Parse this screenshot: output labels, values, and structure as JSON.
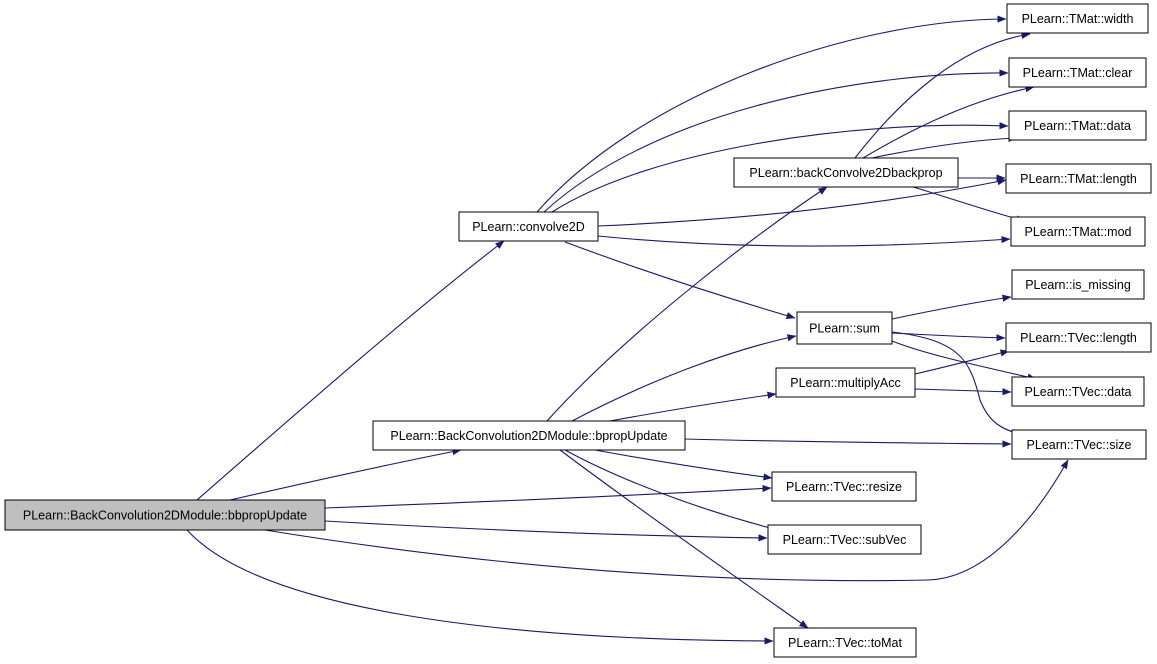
{
  "nodes": {
    "bbprop": "PLearn::BackConvolution2DModule::bbpropUpdate",
    "bprop": "PLearn::BackConvolution2DModule::bpropUpdate",
    "convolve2D": "PLearn::convolve2D",
    "backConvolve": "PLearn::backConvolve2Dbackprop",
    "sum": "PLearn::sum",
    "multiplyAcc": "PLearn::multiplyAcc",
    "tvecResize": "PLearn::TVec::resize",
    "tvecSubVec": "PLearn::TVec::subVec",
    "tvecToMat": "PLearn::TVec::toMat",
    "tmatWidth": "PLearn::TMat::width",
    "tmatClear": "PLearn::TMat::clear",
    "tmatData": "PLearn::TMat::data",
    "tmatLength": "PLearn::TMat::length",
    "tmatMod": "PLearn::TMat::mod",
    "isMissing": "PLearn::is_missing",
    "tvecLength": "PLearn::TVec::length",
    "tvecData": "PLearn::TVec::data",
    "tvecSize": "PLearn::TVec::size"
  },
  "edges": [
    [
      "bbprop",
      "convolve2D"
    ],
    [
      "bbprop",
      "bprop"
    ],
    [
      "bbprop",
      "tvecResize"
    ],
    [
      "bbprop",
      "tvecSubVec"
    ],
    [
      "bbprop",
      "tvecSize"
    ],
    [
      "bbprop",
      "tvecToMat"
    ],
    [
      "convolve2D",
      "tmatWidth"
    ],
    [
      "convolve2D",
      "tmatClear"
    ],
    [
      "convolve2D",
      "tmatData"
    ],
    [
      "convolve2D",
      "tmatLength"
    ],
    [
      "convolve2D",
      "tmatMod"
    ],
    [
      "convolve2D",
      "sum"
    ],
    [
      "backConvolve",
      "tmatWidth"
    ],
    [
      "backConvolve",
      "tmatClear"
    ],
    [
      "backConvolve",
      "tmatData"
    ],
    [
      "backConvolve",
      "tmatLength"
    ],
    [
      "backConvolve",
      "tmatMod"
    ],
    [
      "bprop",
      "backConvolve"
    ],
    [
      "bprop",
      "sum"
    ],
    [
      "bprop",
      "multiplyAcc"
    ],
    [
      "bprop",
      "tvecSize"
    ],
    [
      "bprop",
      "tvecResize"
    ],
    [
      "bprop",
      "tvecSubVec"
    ],
    [
      "bprop",
      "tvecToMat"
    ],
    [
      "sum",
      "isMissing"
    ],
    [
      "sum",
      "tvecLength"
    ],
    [
      "sum",
      "tvecData"
    ],
    [
      "sum",
      "tvecSize"
    ],
    [
      "multiplyAcc",
      "tvecLength"
    ],
    [
      "multiplyAcc",
      "tvecData"
    ]
  ],
  "colors": {
    "edge": "#191970",
    "root_fill": "#bfbfbf",
    "node_fill": "#ffffff",
    "node_stroke": "#000000"
  }
}
